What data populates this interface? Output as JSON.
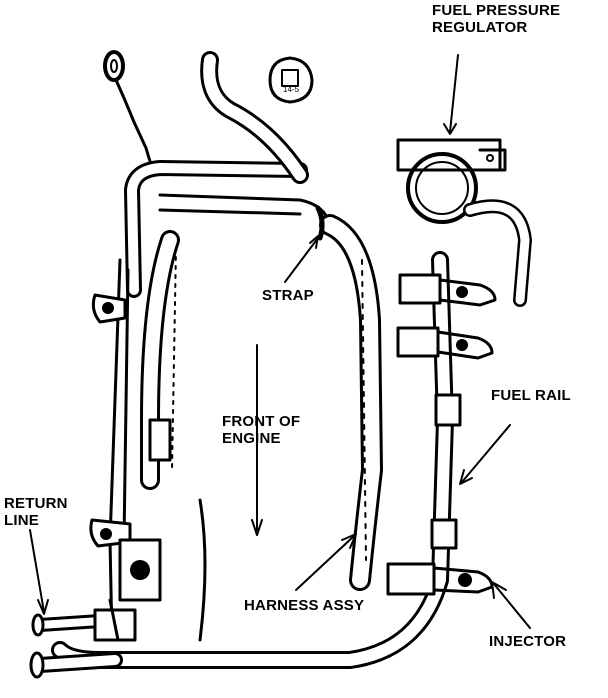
{
  "labels": {
    "fuel_pressure_regulator": [
      "FUEL PRESSURE",
      "REGULATOR"
    ],
    "strap": "STRAP",
    "front_of_engine": [
      "FRONT OF",
      "ENGINE"
    ],
    "fuel_rail": "FUEL RAIL",
    "return_line": [
      "RETURN",
      "LINE"
    ],
    "harness_assy": "HARNESS ASSY",
    "injector": "INJECTOR"
  },
  "regulator_cap_text": "14-5"
}
